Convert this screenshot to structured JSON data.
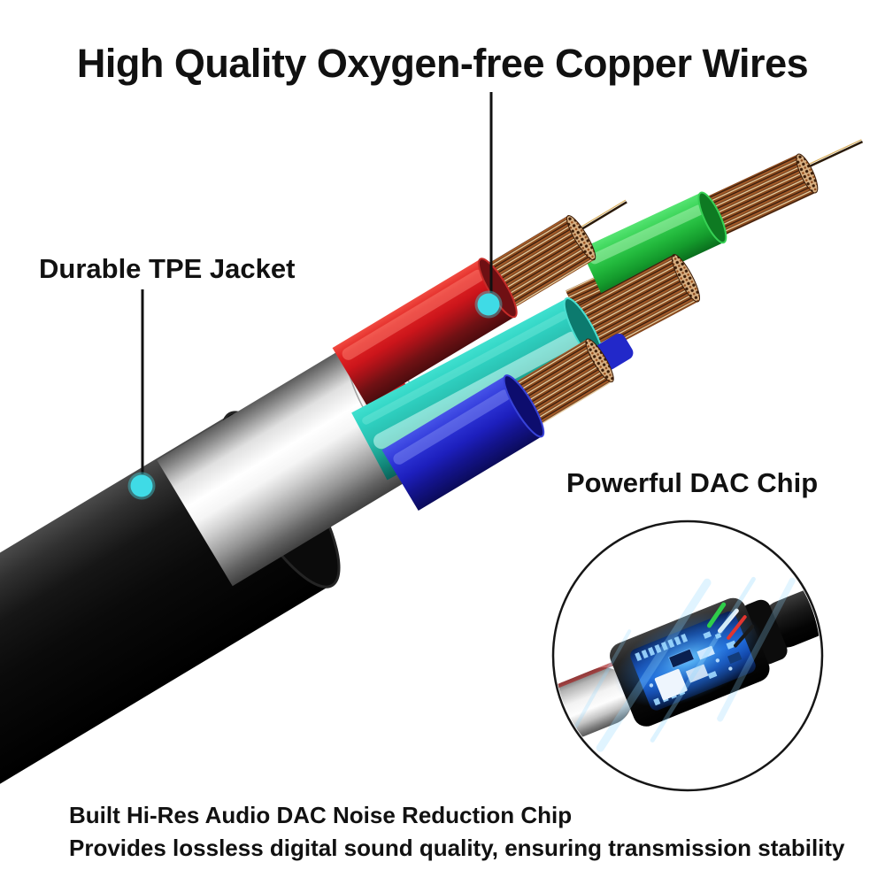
{
  "annotations": {
    "title": "High Quality Oxygen-free Copper Wires",
    "jacket_label": "Durable TPE Jacket",
    "dac_label": "Powerful DAC Chip",
    "footer_line1": "Built Hi-Res Audio DAC Noise Reduction Chip",
    "footer_line2": "Provides lossless digital sound quality, ensuring transmission stability"
  },
  "colors": {
    "text": "#111111",
    "callout_line": "#111111",
    "callout_dot": "#3fdbe6",
    "wire_red": "#d01b20",
    "wire_red_shadow": "#701512",
    "wire_teal": "#2cc9ba",
    "wire_blue": "#1c1fb5",
    "wire_green": "#22b83c",
    "copper": "#a85a24",
    "jacket_black": "#0a0a0a",
    "shield_silver": "#d9d9d9",
    "pcb_glow": "#1b64d8",
    "usbc_tip_red": "#c42222",
    "inset_stroke": "#161616"
  }
}
